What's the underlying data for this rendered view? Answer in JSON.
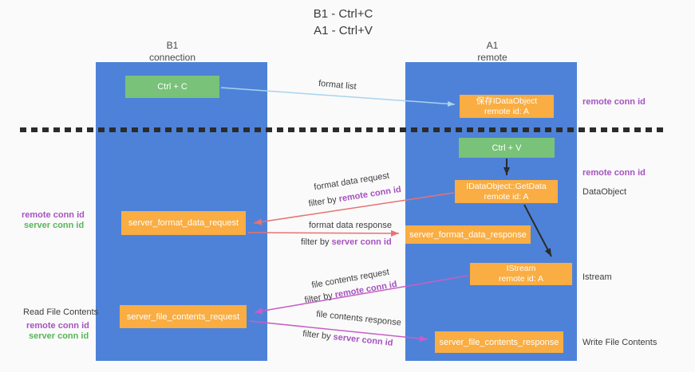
{
  "title": {
    "line1": "B1 - Ctrl+C",
    "line2": "A1 - Ctrl+V"
  },
  "lifelines": {
    "b1": {
      "name": "B1",
      "role": "connection"
    },
    "a1": {
      "name": "A1",
      "role": "remote"
    }
  },
  "boxes": {
    "ctrl_c": {
      "label": "Ctrl + C"
    },
    "ctrl_v": {
      "label": "Ctrl + V"
    },
    "save_dataobject": {
      "line1": "保存IDataObject",
      "line2": "remote id: A"
    },
    "getdata": {
      "line1": "IDataObject::GetData",
      "line2": "remote id: A"
    },
    "istream": {
      "line1": "IStream",
      "line2": "remote id: A"
    },
    "format_request": {
      "label": "server_format_data_request"
    },
    "format_response": {
      "label": "server_format_data_response"
    },
    "file_request": {
      "label": "server_file_contents_request"
    },
    "file_response": {
      "label": "server_file_contents_response"
    }
  },
  "left_annotations": {
    "remote_conn_id_1": "remote conn id",
    "server_conn_id_1": "server conn id",
    "read_file_contents": "Read File Contents",
    "remote_conn_id_2": "remote conn id",
    "server_conn_id_2": "server conn id"
  },
  "right_annotations": {
    "remote_conn_id_1": "remote conn id",
    "remote_conn_id_2": "remote conn id",
    "dataobject": "DataObject",
    "istream": "Istream",
    "write_file_contents": "Write File Contents"
  },
  "edge_labels": {
    "format_list": "format list",
    "format_data_request": "format data request",
    "format_data_response": "format data response",
    "file_contents_request": "file contents request",
    "file_contents_response": "file contents response",
    "filter_by": "filter by ",
    "remote_conn_id": "remote conn id",
    "server_conn_id": "server conn id"
  },
  "colors": {
    "lifeline_blue": "#4e82d8",
    "box_green": "#79c279",
    "box_orange": "#f9ad42",
    "arrow_red": "#e87272",
    "arrow_magenta": "#c65fc6",
    "arrow_light_blue": "#a9d3ee",
    "arrow_black": "#2b2b2b",
    "text_purple": "#a653c0",
    "text_green": "#57b657",
    "text_dark": "#3c3c3c",
    "background": "#fafafa"
  }
}
